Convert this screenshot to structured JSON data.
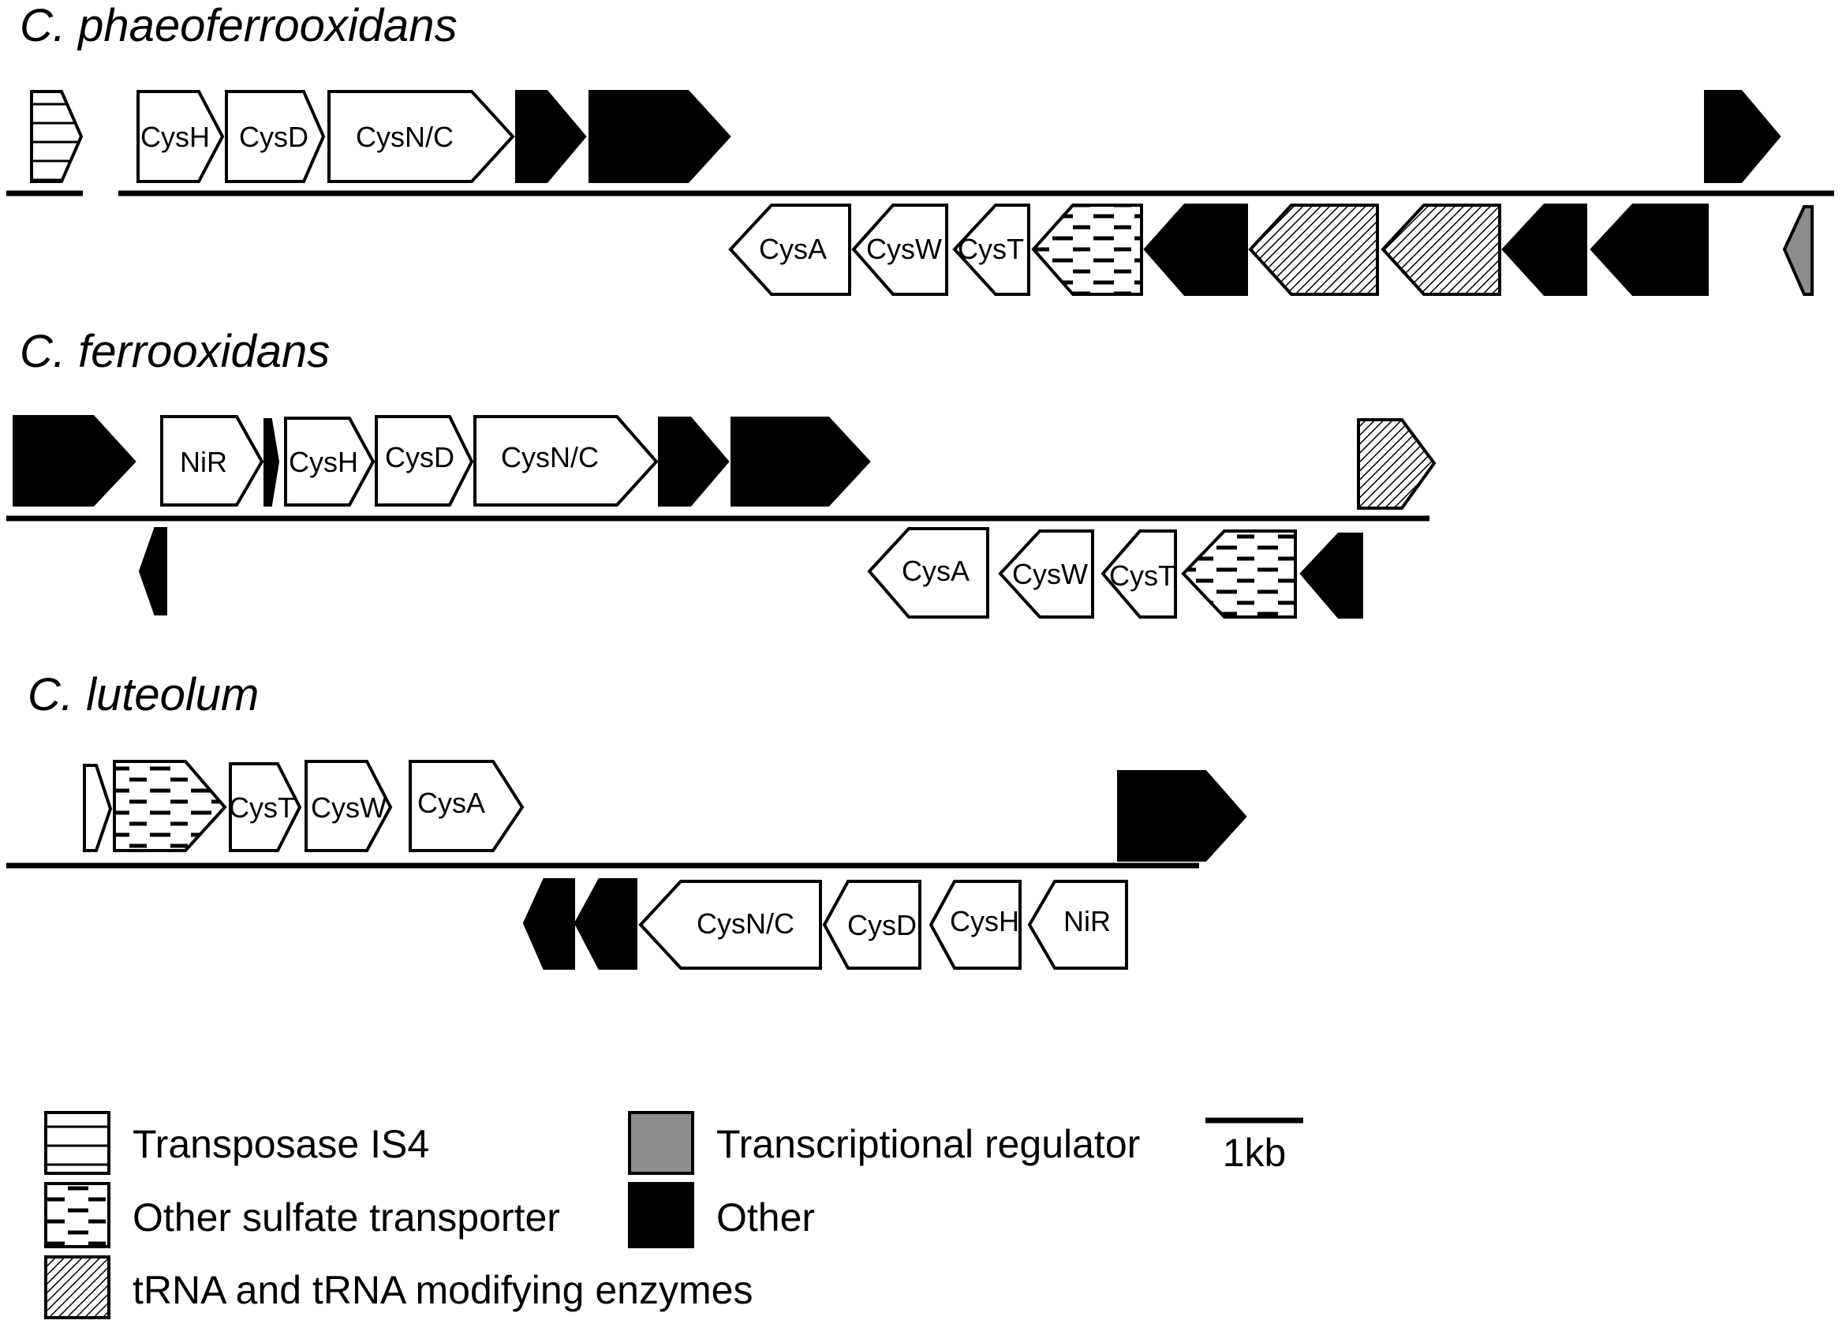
{
  "colors": {
    "other": "#000000",
    "regulator": "#8c8c8c",
    "default": "#ffffff",
    "stroke": "#000000"
  },
  "organisms": [
    {
      "name": "C. phaeoferrooxidans",
      "genes": [
        {
          "category": "transposase",
          "label": ""
        },
        {
          "category": "cys",
          "label": "CysH"
        },
        {
          "category": "cys",
          "label": "CysD"
        },
        {
          "category": "cys",
          "label": "CysN/C"
        },
        {
          "category": "other",
          "label": ""
        },
        {
          "category": "other",
          "label": ""
        },
        {
          "category": "other",
          "label": ""
        },
        {
          "category": "cys",
          "label": "CysA"
        },
        {
          "category": "cys",
          "label": "CysW"
        },
        {
          "category": "cys",
          "label": "CysT"
        },
        {
          "category": "sulfate",
          "label": ""
        },
        {
          "category": "other",
          "label": ""
        },
        {
          "category": "trna",
          "label": ""
        },
        {
          "category": "trna",
          "label": ""
        },
        {
          "category": "other",
          "label": ""
        },
        {
          "category": "other",
          "label": ""
        },
        {
          "category": "regulator",
          "label": ""
        }
      ]
    },
    {
      "name": "C. ferrooxidans",
      "genes": [
        {
          "category": "other",
          "label": ""
        },
        {
          "category": "cys",
          "label": "NiR"
        },
        {
          "category": "other",
          "label": ""
        },
        {
          "category": "cys",
          "label": "CysH"
        },
        {
          "category": "cys",
          "label": "CysD"
        },
        {
          "category": "cys",
          "label": "CysN/C"
        },
        {
          "category": "other",
          "label": ""
        },
        {
          "category": "other",
          "label": ""
        },
        {
          "category": "trna",
          "label": ""
        },
        {
          "category": "other",
          "label": ""
        },
        {
          "category": "cys",
          "label": "CysA"
        },
        {
          "category": "cys",
          "label": "CysW"
        },
        {
          "category": "cys",
          "label": "CysT"
        },
        {
          "category": "sulfate",
          "label": ""
        },
        {
          "category": "other",
          "label": ""
        }
      ]
    },
    {
      "name": "C. luteolum",
      "genes": [
        {
          "category": "cys",
          "label": ""
        },
        {
          "category": "sulfate",
          "label": ""
        },
        {
          "category": "cys",
          "label": "CysT"
        },
        {
          "category": "cys",
          "label": "CysW"
        },
        {
          "category": "cys",
          "label": "CysA"
        },
        {
          "category": "other",
          "label": ""
        },
        {
          "category": "other",
          "label": ""
        },
        {
          "category": "other",
          "label": ""
        },
        {
          "category": "cys",
          "label": "CysN/C"
        },
        {
          "category": "cys",
          "label": "CysD"
        },
        {
          "category": "cys",
          "label": "CysH"
        },
        {
          "category": "cys",
          "label": "NiR"
        }
      ]
    }
  ],
  "legend": [
    {
      "category": "transposase",
      "label": "Transposase IS4"
    },
    {
      "category": "sulfate",
      "label": "Other sulfate transporter"
    },
    {
      "category": "trna",
      "label": "tRNA and tRNA modifying enzymes"
    },
    {
      "category": "regulator",
      "label": "Transcriptional regulator"
    },
    {
      "category": "other",
      "label": "Other"
    }
  ],
  "scale_bar": {
    "label": "1kb"
  }
}
